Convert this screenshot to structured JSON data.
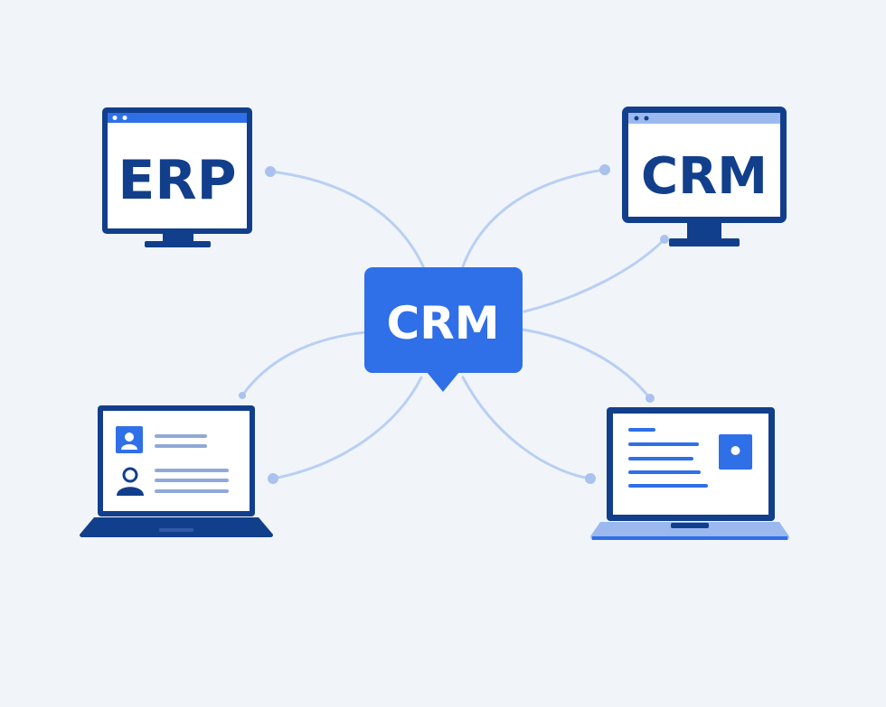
{
  "colors": {
    "background": "#f1f5fa",
    "navy": "#123f8c",
    "brand_blue": "#2f6fe8",
    "light_blue": "#9bb9ef",
    "line_blue": "#b9cff3",
    "dot_blue": "#a9c2ee",
    "screen_white": "#ffffff"
  },
  "hub": {
    "label": "CRM",
    "icon": "speech-bubble-icon"
  },
  "nodes": {
    "erp_monitor": {
      "label": "ERP",
      "icon": "desktop-monitor-icon"
    },
    "crm_monitor": {
      "label": "CRM",
      "icon": "desktop-monitor-icon"
    },
    "contacts_laptop": {
      "icon": "laptop-contacts-icon"
    },
    "profile_laptop": {
      "icon": "laptop-profile-card-icon"
    }
  }
}
